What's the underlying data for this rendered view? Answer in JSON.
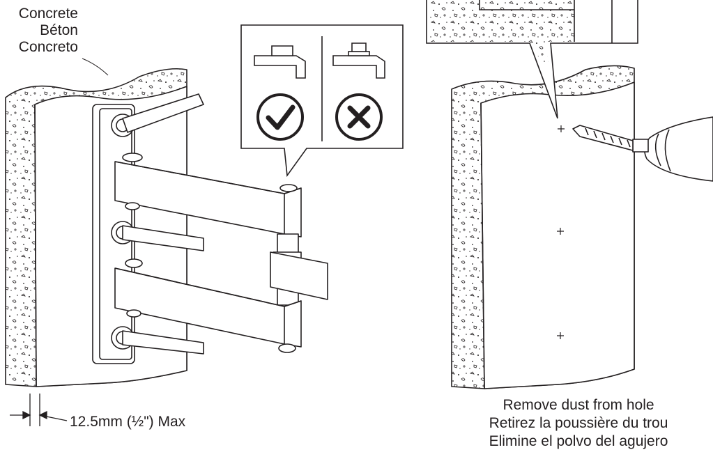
{
  "labels": {
    "material": [
      "Concrete",
      "Béton",
      "Concreto"
    ],
    "max_depth": "12.5mm (½\") Max",
    "dust": [
      "Remove dust from hole",
      "Retirez la poussière du trou",
      "Elimine el polvo del agujero"
    ]
  },
  "icons": {
    "correct": "checkmark-icon",
    "incorrect": "x-icon"
  },
  "colors": {
    "line": "#231f20",
    "fill": "#ffffff",
    "shade": "#d9d9d9"
  }
}
